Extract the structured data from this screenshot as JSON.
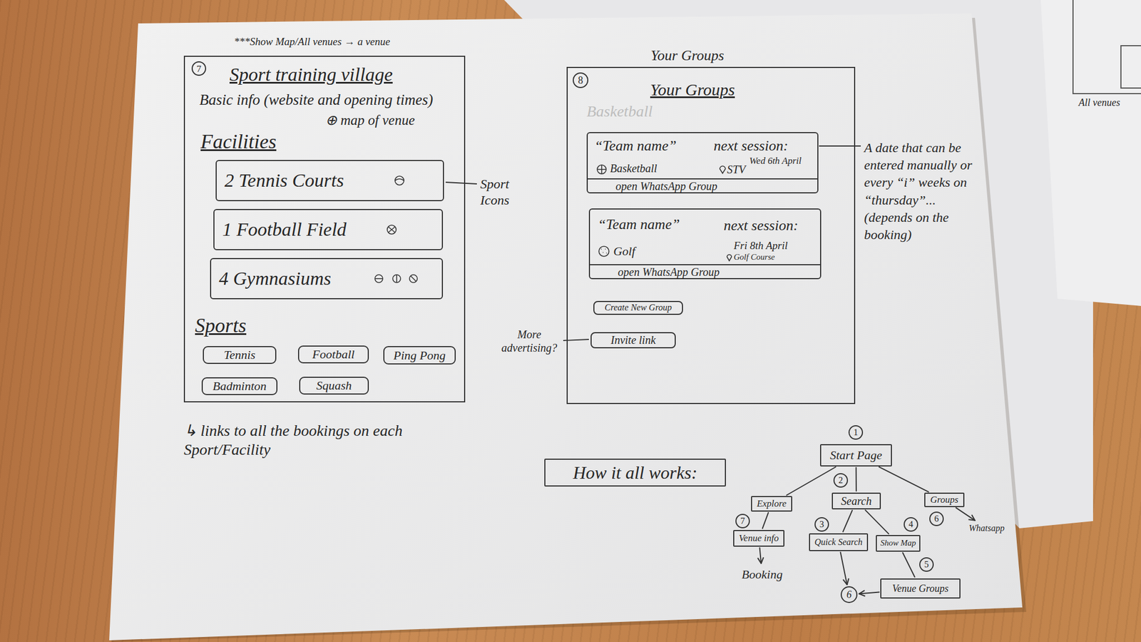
{
  "diagram": {
    "nodes": [
      {
        "text": [
          "Sport training village",
          "Basic info (website and opening times)",
          "⊕ map of venue",
          "Facilities",
          "Sports"
        ]
      },
      {
        "text": [
          "2 Tennis Courts"
        ],
        "in": 0
      },
      {
        "text": [
          "1 Football Field"
        ],
        "in": 0
      },
      {
        "text": [
          "4 Gymnasiums"
        ],
        "in": 0
      },
      {
        "text": [
          "Tennis"
        ],
        "in": 0
      },
      {
        "text": [
          "Football"
        ],
        "in": 0
      },
      {
        "text": [
          "Ping Pong"
        ],
        "in": 0
      },
      {
        "text": [
          "Badminton"
        ],
        "in": 0
      },
      {
        "text": [
          "Squash"
        ],
        "in": 0
      },
      {
        "text": [
          "Your Groups",
          "Basketball"
        ]
      },
      {
        "text": [
          "“Team name”",
          "next session:",
          "Basketball",
          "STV",
          "Wed 6th April",
          "open WhatsApp Group"
        ],
        "in": 9
      },
      {
        "text": [
          "“Team name”",
          "next session:",
          "Golf",
          "Fri 8th April",
          "Golf Course",
          "open WhatsApp Group"
        ],
        "in": 9
      },
      {
        "text": [
          "Create New Group"
        ],
        "in": 9
      },
      {
        "text": [
          "Invite link"
        ],
        "in": 9
      },
      {
        "text": [
          "How it all works:"
        ]
      },
      {
        "text": [
          "Start Page"
        ]
      },
      {
        "text": [
          "Explore"
        ]
      },
      {
        "text": [
          "Search"
        ]
      },
      {
        "text": [
          "Groups"
        ]
      },
      {
        "text": [
          "Venue info"
        ]
      },
      {
        "text": [
          "Quick Search"
        ]
      },
      {
        "text": [
          "Show Map"
        ]
      },
      {
        "text": [
          "Booking"
        ]
      },
      {
        "text": [
          "Venue Groups"
        ]
      },
      {
        "text": [
          "6"
        ]
      },
      {
        "text": [
          "Whatsapp"
        ]
      }
    ],
    "edges": [
      {
        "from": 15,
        "to": 16,
        "arrow": "none"
      },
      {
        "from": 15,
        "to": 17,
        "arrow": "none"
      },
      {
        "from": 15,
        "to": 18,
        "arrow": "none"
      },
      {
        "from": 16,
        "to": 19,
        "arrow": "none"
      },
      {
        "from": 19,
        "to": 22,
        "arrow": "to"
      },
      {
        "from": 17,
        "to": 20,
        "arrow": "none"
      },
      {
        "from": 17,
        "to": 21,
        "arrow": "none"
      },
      {
        "from": 20,
        "to": 24,
        "arrow": "to"
      },
      {
        "from": 21,
        "to": 23,
        "arrow": "none"
      },
      {
        "from": 23,
        "to": 24,
        "arrow": "to"
      },
      {
        "from": 18,
        "to": 25,
        "arrow": "to"
      }
    ],
    "labels": [
      "***Show Map/All venues → a venue",
      "7",
      "Sport Icons",
      "↳ links to all the bookings on each Sport/Facility",
      "Your Groups",
      "8",
      "More advertising?",
      "A date that can be entered manually or every “i” weeks on “thursday”... (depends on the booking)",
      "1",
      "2",
      "7",
      "3",
      "4",
      "5",
      "6",
      "All venues"
    ]
  }
}
